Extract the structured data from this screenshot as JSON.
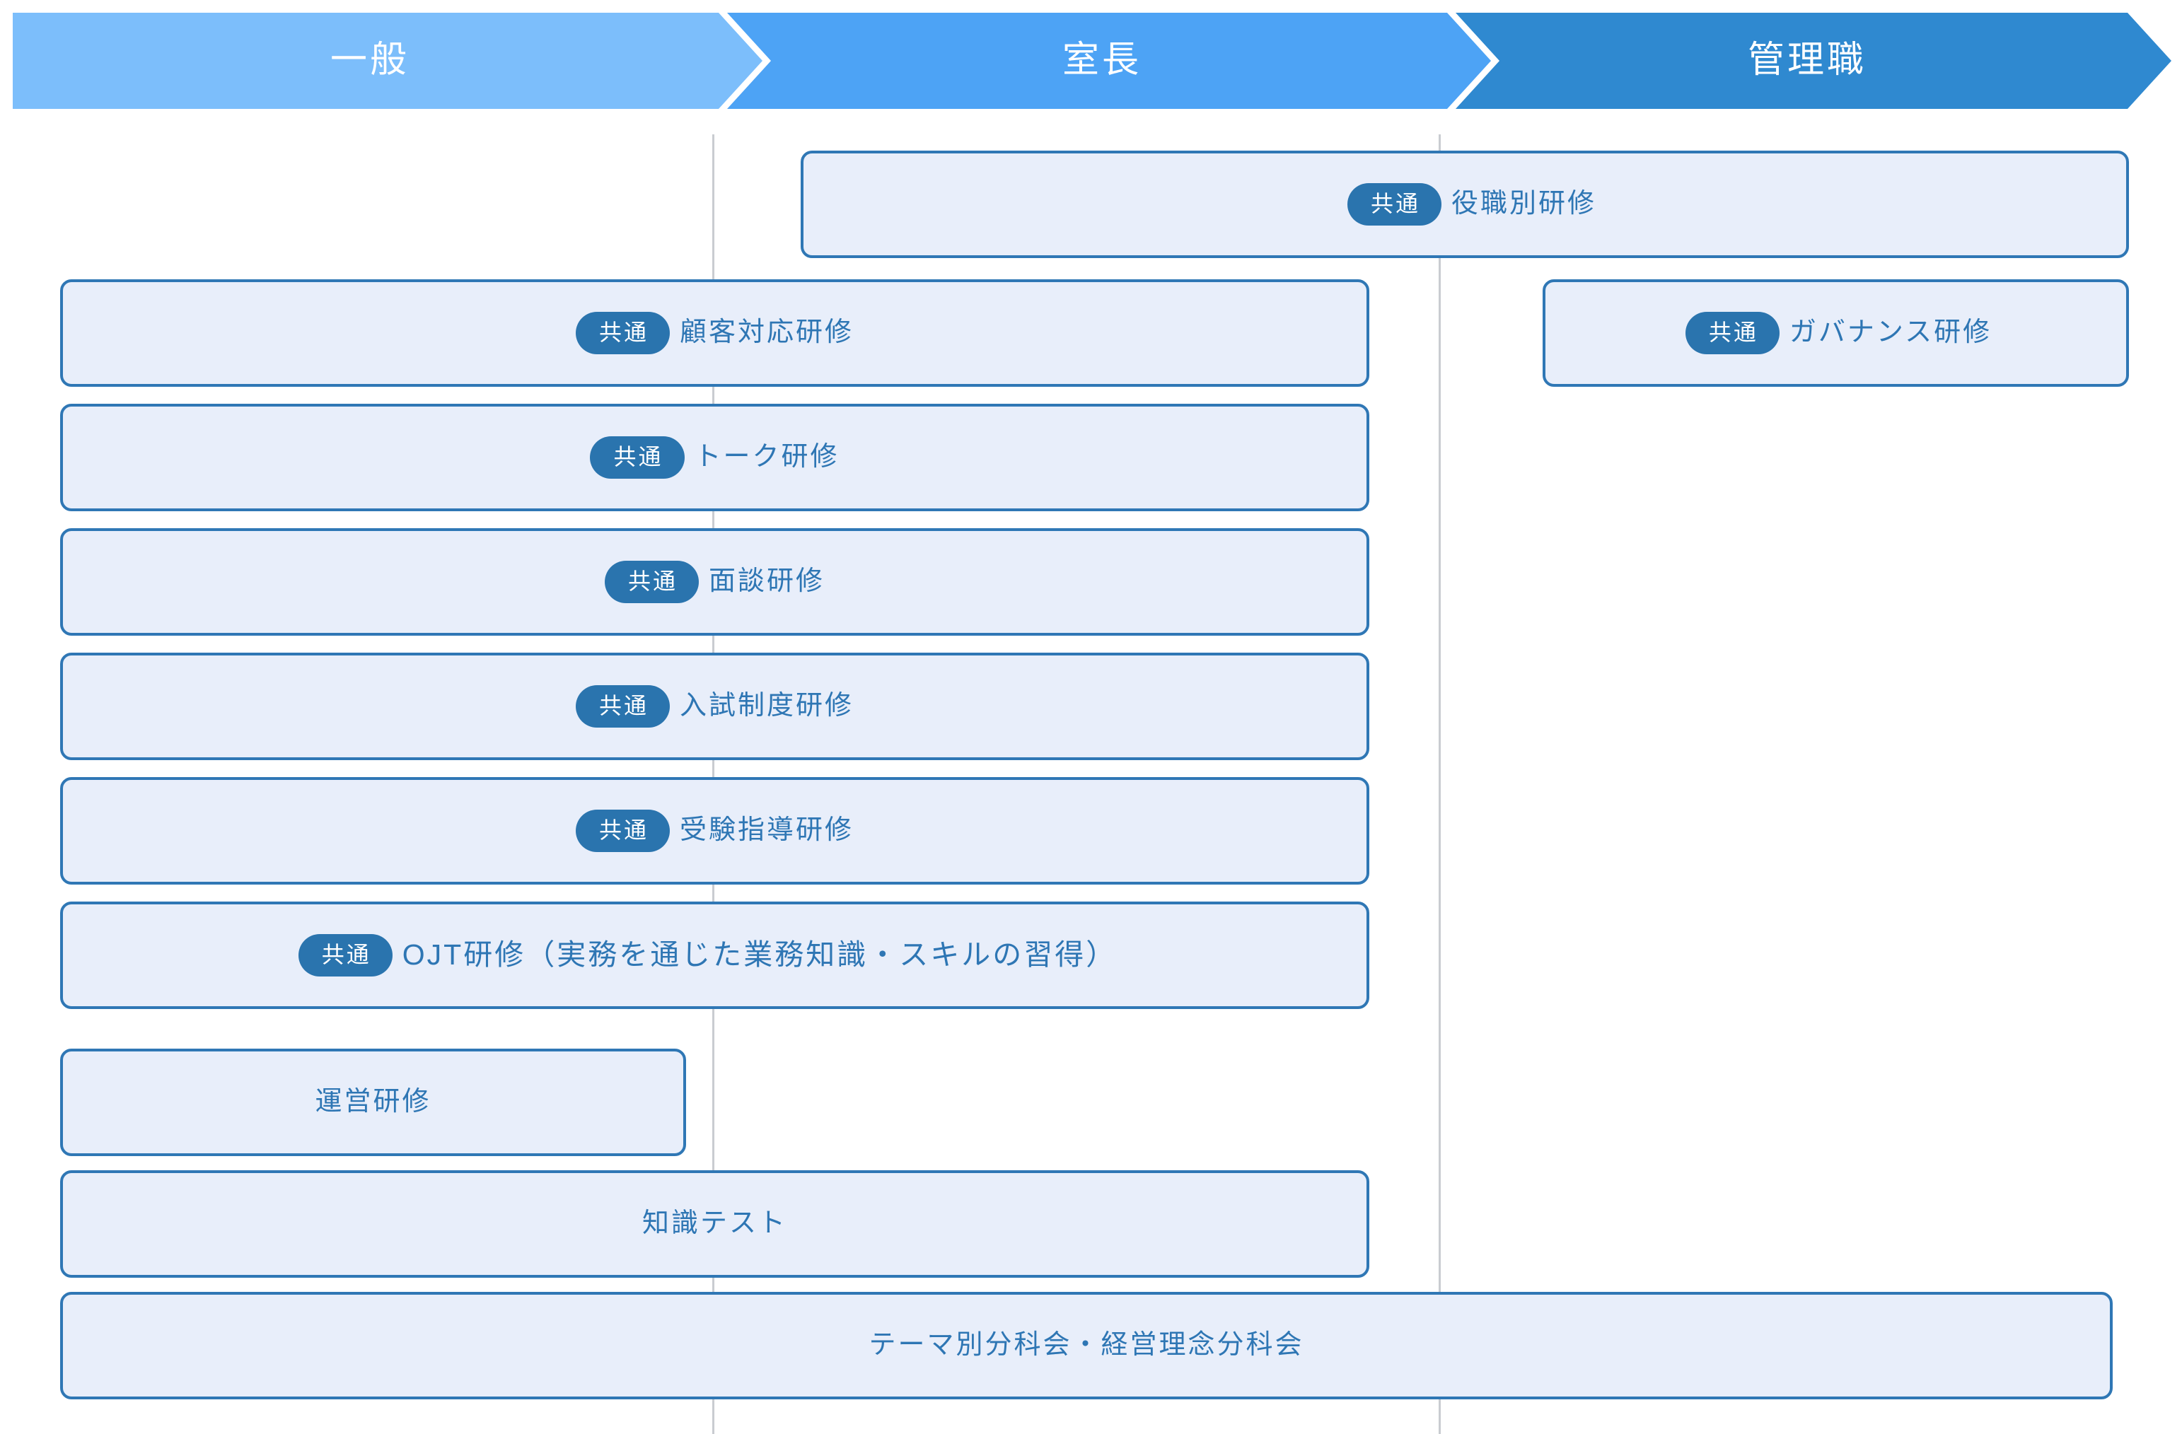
{
  "header": {
    "segments": [
      {
        "label": "一般",
        "color": "#7cbefb",
        "name": "general"
      },
      {
        "label": "室長",
        "color": "#4da3f5",
        "name": "shitsucho"
      },
      {
        "label": "管理職",
        "color": "#2f89d0",
        "name": "kanrishoku"
      }
    ]
  },
  "badge": {
    "common_label": "共通",
    "color": "#2a74ae",
    "text_color": "#ffffff"
  },
  "colors": {
    "box_fill": "#e8eefa",
    "box_border": "#2f77b5",
    "box_text": "#2e76b4",
    "divider": "#c9ccd1",
    "background": "#ffffff"
  },
  "rows": [
    {
      "id": "yakushokubetsu",
      "badge": "共通",
      "label": "役職別研修",
      "columns": [
        "室長",
        "管理職"
      ]
    },
    {
      "id": "kokyaku",
      "badge": "共通",
      "label": "顧客対応研修",
      "columns": [
        "一般",
        "室長"
      ]
    },
    {
      "id": "governance",
      "badge": "共通",
      "label": "ガバナンス研修",
      "columns": [
        "管理職"
      ]
    },
    {
      "id": "talk",
      "badge": "共通",
      "label": "トーク研修",
      "columns": [
        "一般",
        "室長"
      ]
    },
    {
      "id": "mendan",
      "badge": "共通",
      "label": "面談研修",
      "columns": [
        "一般",
        "室長"
      ]
    },
    {
      "id": "nyushi",
      "badge": "共通",
      "label": "入試制度研修",
      "columns": [
        "一般",
        "室長"
      ]
    },
    {
      "id": "juken",
      "badge": "共通",
      "label": "受験指導研修",
      "columns": [
        "一般",
        "室長"
      ]
    },
    {
      "id": "ojt",
      "badge": "共通",
      "label": "OJT研修（実務を通じた業務知識・スキルの習得）",
      "columns": [
        "一般",
        "室長"
      ]
    },
    {
      "id": "unei",
      "badge": null,
      "label": "運営研修",
      "columns": [
        "一般"
      ]
    },
    {
      "id": "chishiki",
      "badge": null,
      "label": "知識テスト",
      "columns": [
        "一般",
        "室長"
      ]
    },
    {
      "id": "bunkakai",
      "badge": null,
      "label": "テーマ別分科会・経営理念分科会",
      "columns": [
        "一般",
        "室長",
        "管理職"
      ]
    }
  ]
}
